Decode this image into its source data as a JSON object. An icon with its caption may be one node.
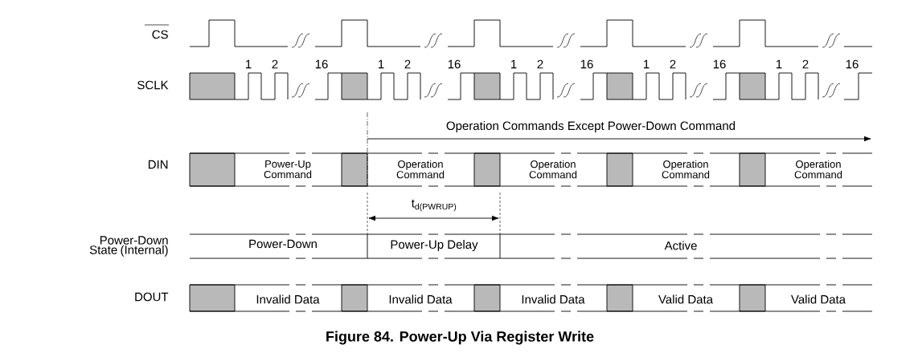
{
  "diagram": {
    "caption": "Figure 84.  Power-Up Via Register Write",
    "labels": [
      "CS",
      "1",
      "2",
      "16",
      "1",
      "2",
      "16",
      "1",
      "2",
      "16",
      "1",
      "2",
      "16",
      "1",
      "2",
      "16",
      "SCLK",
      "Operation Commands Except Power-Down Command",
      "DIN",
      "Power-Up Command",
      "Operation Command",
      "Operation Command",
      "Operation Command",
      "Operation Command",
      "t$_{d(PWRUP)}$",
      "Power-Down State (Internal)",
      "Power-Down",
      "Power-Up Delay",
      "Active",
      "DOUT",
      "Invalid Data",
      "Invalid Data",
      "Invalid Data",
      "Valid Data",
      "Valid Data"
    ]
  }
}
